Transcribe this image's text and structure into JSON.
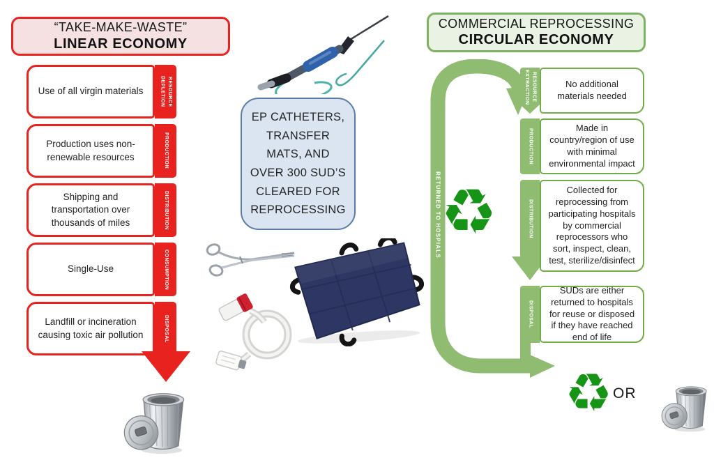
{
  "left": {
    "title_line1": "“TAKE-MAKE-WASTE”",
    "title_line2": "LINEAR ECONOMY",
    "stages": [
      {
        "label": "Use of all virgin materials",
        "tag": "RESOURCE DEPLETION"
      },
      {
        "label": "Production uses non-renewable resources",
        "tag": "PRODUCTION"
      },
      {
        "label": "Shipping and transportation over thousands of miles",
        "tag": "DISTRIBUTION"
      },
      {
        "label": "Single-Use",
        "tag": "CONSUMPTION"
      },
      {
        "label": "Landfill or incineration causing toxic air pollution",
        "tag": "DISPOSAL"
      }
    ]
  },
  "center": {
    "callout_lines": [
      "EP CATHETERS,",
      "TRANSFER",
      "MATS, AND",
      "OVER 300 SUD’S",
      "CLEARED FOR",
      "REPROCESSING"
    ]
  },
  "right": {
    "title_line1": "COMMERCIAL REPROCESSING",
    "title_line2": "CIRCULAR ECONOMY",
    "loop_label": "RETURNED TO HOSPIALS",
    "stages": [
      {
        "tag": "RESOURCE EXTRACTION",
        "label": "No additional materials needed"
      },
      {
        "tag": "PRODUCTION",
        "label": "Made in country/region of use with minimal environmental impact"
      },
      {
        "tag": "DISTRIBUTION",
        "label": "Collected for reprocessing from participating hospitals by commercial reprocessors who sort, inspect, clean, test, sterilize/disinfect"
      },
      {
        "tag": "DISPOSAL",
        "label": "SUDs are either returned to hospitals for reuse or disposed if they have reached end of life"
      }
    ],
    "or_label": "OR"
  },
  "icons": {
    "recycle_glyph": "♻"
  },
  "colors": {
    "red": "#E8231F",
    "pink_fill": "#F5E0E2",
    "green_border": "#70AD47",
    "green_loop": "#8FBC70",
    "green_light_fill": "#E9F2E3",
    "recycle_green": "#169416",
    "blue_fill": "#DBE5F1",
    "blue_border": "#5B7CA8"
  }
}
